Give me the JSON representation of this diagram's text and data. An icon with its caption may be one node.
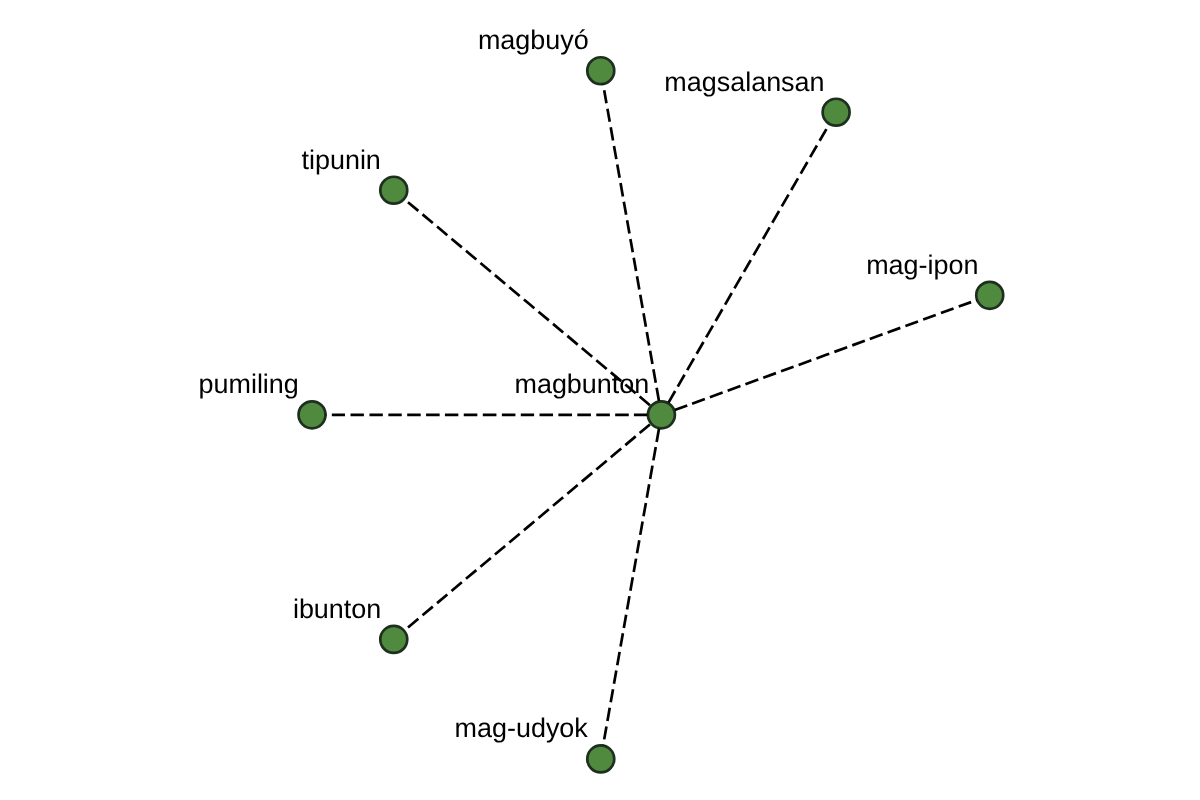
{
  "diagram": {
    "nodes": [
      {
        "text": [],
        "shape": "circle",
        "beside": [
          "mag-ipon"
        ]
      },
      {
        "text": [],
        "shape": "circle",
        "beside": [
          "magsalansan"
        ]
      },
      {
        "text": [],
        "shape": "circle",
        "beside": [
          "magbuyó"
        ]
      },
      {
        "text": [],
        "shape": "circle",
        "beside": [
          "tipunin"
        ]
      },
      {
        "text": [],
        "shape": "circle",
        "beside": [
          "magbunton"
        ]
      },
      {
        "text": [],
        "shape": "circle",
        "beside": [
          "pumiling"
        ]
      },
      {
        "text": [],
        "shape": "circle",
        "beside": [
          "ibunton"
        ]
      },
      {
        "text": [],
        "shape": "circle",
        "beside": [
          "mag-udyok"
        ]
      }
    ],
    "edges": [
      {
        "from": 4,
        "to": 0,
        "arrow": "none",
        "style": "dashed"
      },
      {
        "from": 4,
        "to": 1,
        "arrow": "none",
        "style": "dashed"
      },
      {
        "from": 4,
        "to": 2,
        "arrow": "none",
        "style": "dashed"
      },
      {
        "from": 4,
        "to": 3,
        "arrow": "none",
        "style": "dashed"
      },
      {
        "from": 4,
        "to": 5,
        "arrow": "none",
        "style": "dashed"
      },
      {
        "from": 4,
        "to": 6,
        "arrow": "none",
        "style": "dashed"
      },
      {
        "from": 4,
        "to": 7,
        "arrow": "none",
        "style": "dashed"
      }
    ]
  }
}
